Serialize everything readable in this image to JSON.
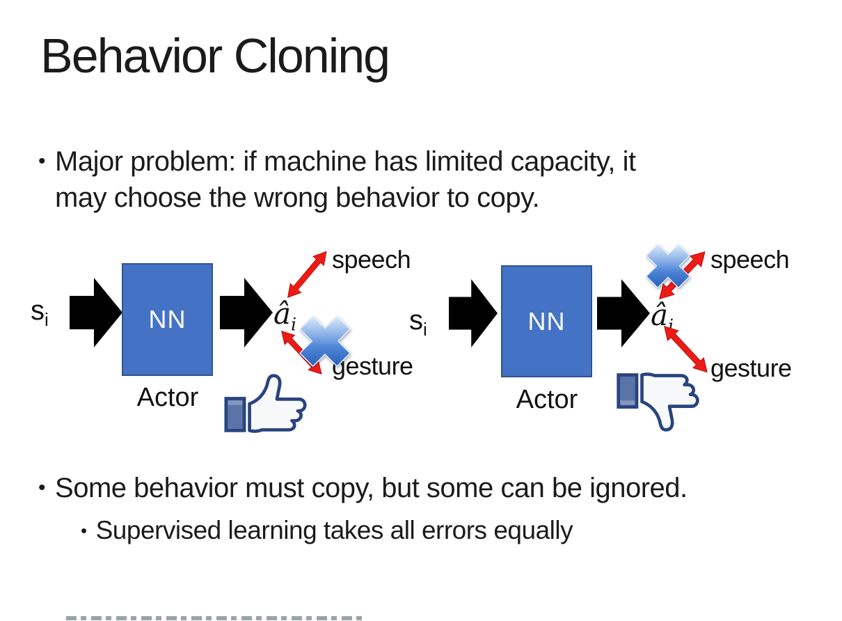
{
  "slide": {
    "title": "Behavior Cloning",
    "bullet_char": "•"
  },
  "bullets": {
    "major_line1": "Major problem: if machine has limited capacity, it",
    "major_line2": "may choose the wrong behavior to copy.",
    "ignore": "Some behavior must copy, but some can be ignored.",
    "supervised": "Supervised learning takes all errors equally"
  },
  "diagram_left": {
    "input_label": "s",
    "input_subscript": "i",
    "network_label": "NN",
    "network_caption": "Actor",
    "output_label": "â",
    "output_subscript": "i",
    "action_top": "speech",
    "action_bottom": "gesture",
    "rejected_action": "gesture",
    "feedback": "thumbs-up"
  },
  "diagram_right": {
    "input_label": "s",
    "input_subscript": "i",
    "network_label": "NN",
    "network_caption": "Actor",
    "output_label": "â",
    "output_subscript": "i",
    "action_top": "speech",
    "action_bottom": "gesture",
    "rejected_action": "speech",
    "feedback": "thumbs-down"
  },
  "colors": {
    "text": "#1B1B1B",
    "network_box_fill": "#4472C4",
    "network_box_border": "#31538F",
    "network_box_text": "#FFFFFF",
    "flow_arrow": "#000000",
    "action_arrow": "#ED1B16",
    "reject_x_top": "#D9E9FA",
    "reject_x_bottom": "#2A61B8",
    "thumb_outline": "#29447E",
    "thumb_cuff": "#5B74A8",
    "thumb_hand": "#F7F8FA"
  }
}
